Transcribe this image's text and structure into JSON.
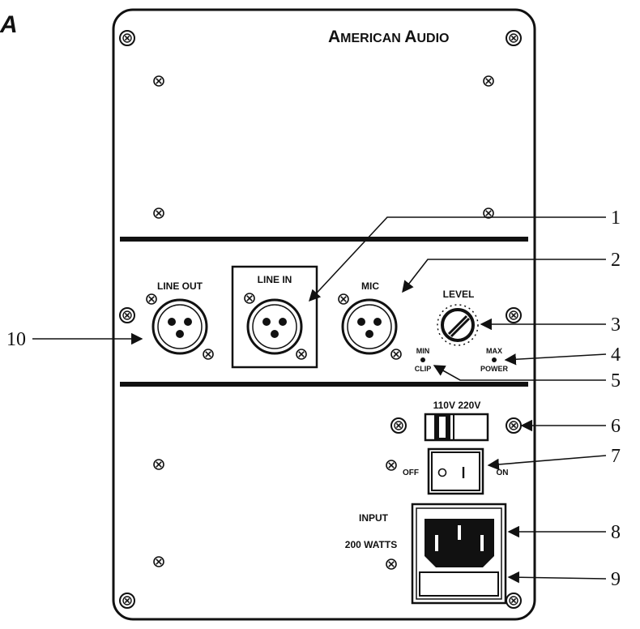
{
  "figure_letter": "A",
  "brand": "American Audio",
  "panel": {
    "line_out": "LINE OUT",
    "line_in": "LINE IN",
    "mic": "MIC",
    "level": "LEVEL",
    "min": "MIN",
    "max": "MAX",
    "clip": "CLIP",
    "power": "POWER",
    "voltage": "110V 220V",
    "off": "OFF",
    "on": "ON",
    "input": "INPUT",
    "watts": "200 WATTS"
  },
  "callouts": [
    "1",
    "2",
    "3",
    "4",
    "5",
    "6",
    "7",
    "8",
    "9",
    "10"
  ]
}
